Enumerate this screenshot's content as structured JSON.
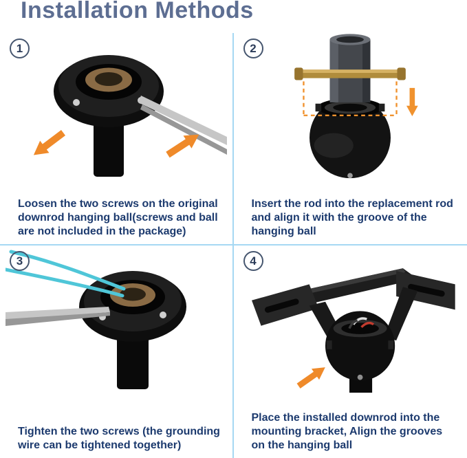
{
  "title": "Installation Methods",
  "steps": [
    {
      "number": "1",
      "caption": "Loosen the two screws on the original downrod hanging ball(screws and ball are not included in the package)"
    },
    {
      "number": "2",
      "caption": "Insert the rod into the replacement rod and align it with the groove of the hanging ball"
    },
    {
      "number": "3",
      "caption": "Tighten the two screws (the grounding wire can be tightened together)"
    },
    {
      "number": "4",
      "caption": "Place the installed downrod into the mounting bracket, Align the grooves on the hanging ball"
    }
  ],
  "colors": {
    "title": "#5d6e92",
    "caption": "#1c3a6e",
    "divider": "#a5d8f3",
    "arrow": "#ef8a2a",
    "grounding_wire": "#4fc6d8",
    "cross_pin": "#b08c3c"
  }
}
